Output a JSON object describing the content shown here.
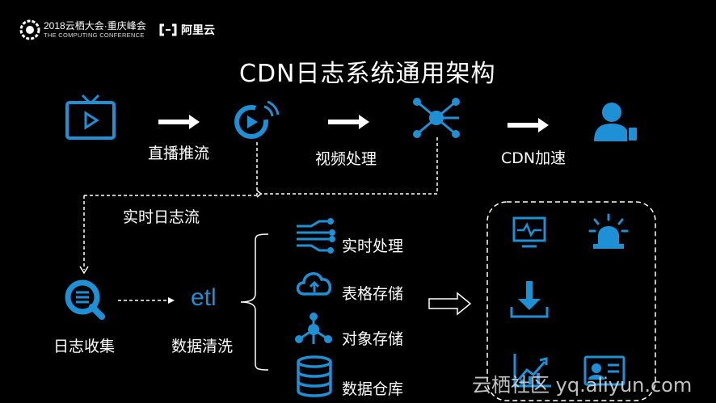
{
  "header": {
    "conference_line1": "2018云栖大会·重庆峰会",
    "conference_line2": "THE COMPUTING CONFERENCE",
    "brand": "阿里云"
  },
  "title": "CDN日志系统通用架构",
  "pipeline": {
    "step1": "直播推流",
    "step2": "视频处理",
    "step3": "CDN加速"
  },
  "stream_label": "实时日志流",
  "collection": {
    "label": "日志收集",
    "etl": "etl",
    "etl_label": "数据清洗"
  },
  "targets": [
    {
      "label": "实时处理"
    },
    {
      "label": "表格存储"
    },
    {
      "label": "对象存储"
    },
    {
      "label": "数据仓库"
    }
  ],
  "watermark": "云栖社区 yq.aliyun.com",
  "colors": {
    "accent": "#1e90d6",
    "background": "#000000",
    "text": "#ffffff"
  }
}
